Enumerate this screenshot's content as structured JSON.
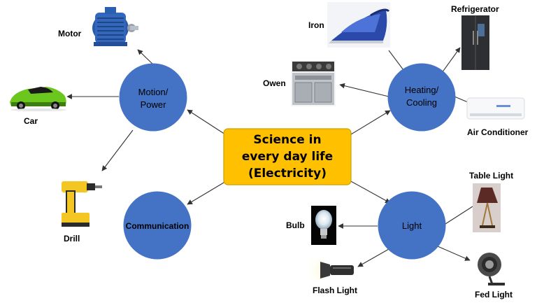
{
  "center": {
    "lines": [
      "Science in",
      "every day life",
      "(Electricity)"
    ],
    "fill": "#FFC000",
    "border": "#c9a100"
  },
  "hub_color": "#4472C4",
  "hubs": {
    "motion": {
      "lines": [
        "Motion/",
        "Power"
      ]
    },
    "heating": {
      "lines": [
        "Heating/",
        "Cooling"
      ]
    },
    "communication": {
      "lines": [
        "Communication"
      ]
    },
    "light": {
      "lines": [
        "Light"
      ]
    }
  },
  "items": {
    "motor": "Motor",
    "car": "Car",
    "drill": "Drill",
    "iron": "Iron",
    "refrigerator": "Refrigerator",
    "owen": "Owen",
    "air_conditioner": "Air Conditioner",
    "table_light": "Table Light",
    "bulb": "Bulb",
    "flash_light": "Flash Light",
    "fed_light": "Fed Light"
  }
}
